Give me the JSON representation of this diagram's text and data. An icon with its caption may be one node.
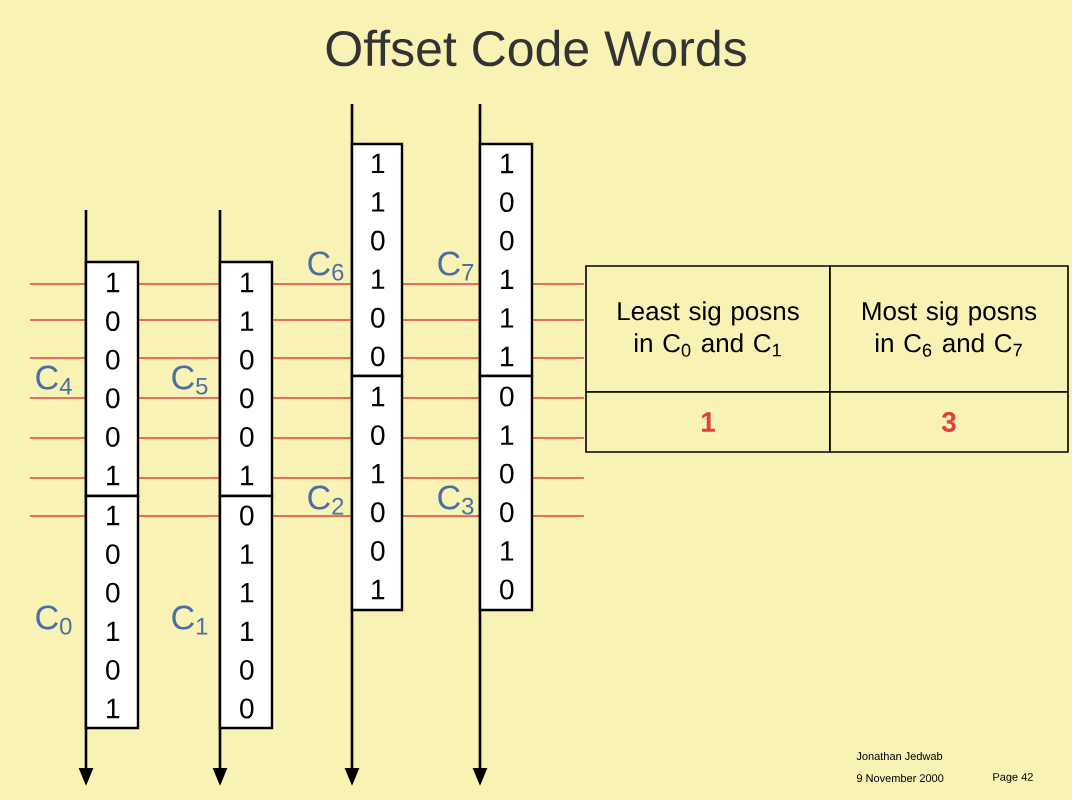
{
  "diagram": {
    "title": "Offset Code Words",
    "nodes": [
      {
        "text": [
          "1 0 0 0 0 1"
        ],
        "beside": [
          "C$_{4}$"
        ]
      },
      {
        "text": [
          "1 0 0 1 0 1"
        ],
        "beside": [
          "C$_{0}$"
        ]
      },
      {
        "text": [
          "1 1 0 0 0 1"
        ],
        "beside": [
          "C$_{5}$"
        ]
      },
      {
        "text": [
          "0 1 1 1 0 0"
        ],
        "beside": [
          "C$_{1}$"
        ]
      },
      {
        "text": [
          "1 1 0 1 0 0"
        ],
        "beside": [
          "C$_{6}$"
        ]
      },
      {
        "text": [
          "1 0 1 0 0 1"
        ],
        "beside": [
          "C$_{2}$"
        ]
      },
      {
        "text": [
          "1 0 0 1 1 1"
        ],
        "beside": [
          "C$_{7}$"
        ]
      },
      {
        "text": [
          "0 1 0 0 1 0"
        ],
        "beside": [
          "C$_{3}$"
        ]
      }
    ],
    "labels": [
      "Least sig posns in C$_{0}$ and C$_{1}$",
      "Most sig posns in C$_{6}$ and C$_{7}$",
      "1",
      "3",
      "Jonathan Jedwab",
      "9 November 2000",
      "Page 42"
    ]
  }
}
